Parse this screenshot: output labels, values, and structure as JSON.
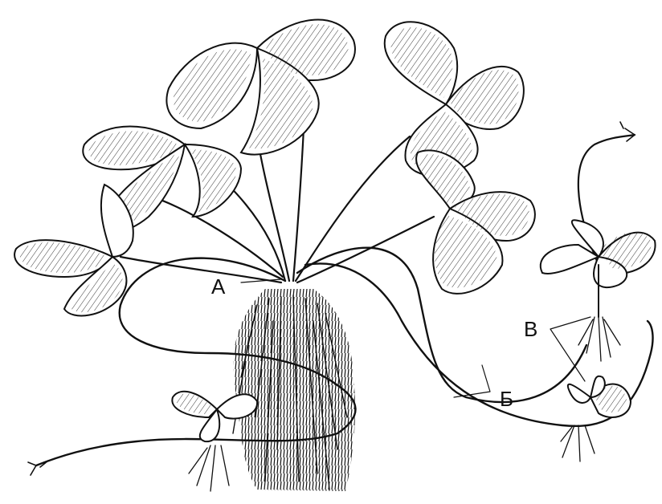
{
  "figure": {
    "labels": {
      "a": "А",
      "b": "Б",
      "v": "В"
    },
    "colors": {
      "ink": "#111111",
      "background": "#ffffff"
    }
  }
}
